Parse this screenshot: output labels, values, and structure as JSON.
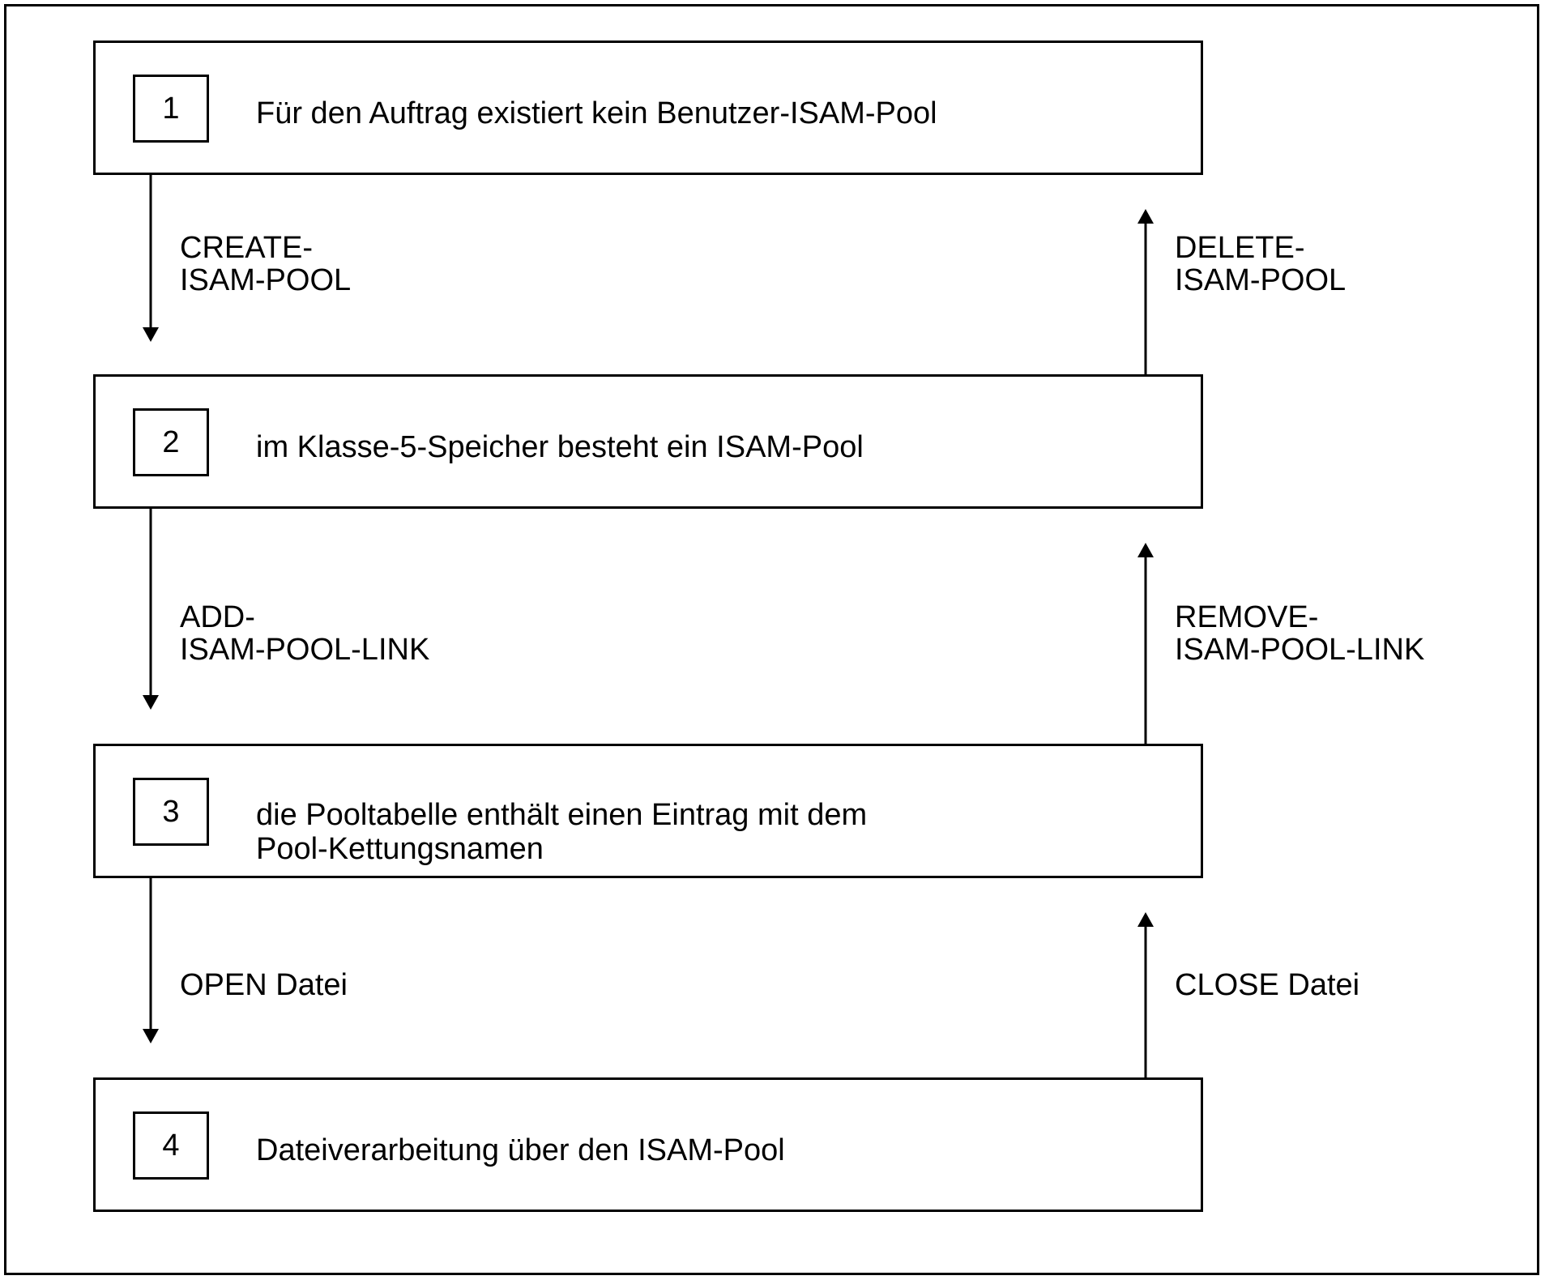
{
  "states": [
    {
      "number": "1",
      "text": [
        "Für den Auftrag existiert kein Benutzer-ISAM-Pool"
      ]
    },
    {
      "number": "2",
      "text": [
        "im Klasse-5-Speicher besteht ein ISAM-Pool"
      ]
    },
    {
      "number": "3",
      "text": [
        "die Pooltabelle enthält einen Eintrag mit dem",
        "Pool-Kettungsnamen"
      ]
    },
    {
      "number": "4",
      "text": [
        "Dateiverarbeitung über den ISAM-Pool"
      ]
    }
  ],
  "transitions_down": [
    {
      "line1": "CREATE-",
      "line2": "ISAM-POOL"
    },
    {
      "line1": "ADD-",
      "line2": "ISAM-POOL-LINK"
    },
    {
      "line1": "OPEN Datei",
      "line2": ""
    }
  ],
  "transitions_up": [
    {
      "line1": "DELETE-",
      "line2": "ISAM-POOL"
    },
    {
      "line1": "REMOVE-",
      "line2": "ISAM-POOL-LINK"
    },
    {
      "line1": "CLOSE Datei",
      "line2": ""
    }
  ]
}
